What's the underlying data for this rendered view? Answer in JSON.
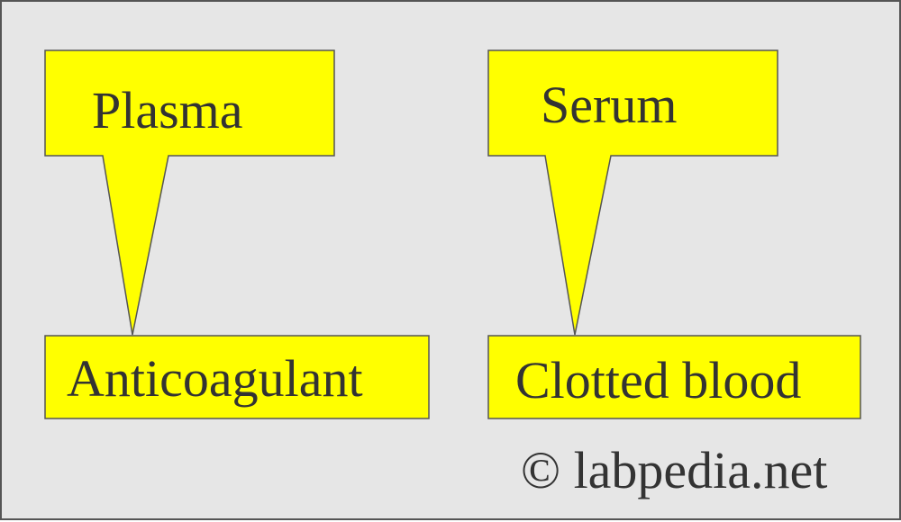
{
  "colors": {
    "background": "#e6e6e6",
    "frame": "#555555",
    "callout_fill": "#ffff00",
    "callout_stroke": "#555555",
    "text": "#333333"
  },
  "callouts": [
    {
      "label": "Plasma",
      "source": "Anticoagulant"
    },
    {
      "label": "Serum",
      "source": "Clotted blood"
    }
  ],
  "watermark": "© labpedia.net"
}
